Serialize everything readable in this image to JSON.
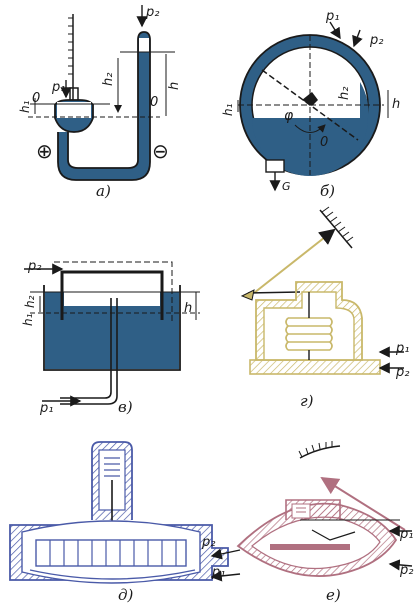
{
  "panel_a": {
    "caption": "а)",
    "p1": "p₁",
    "p2": "p₂",
    "h": "h",
    "h1": "h₁",
    "h2": "h₂",
    "zero_left": "0",
    "zero_right": "0",
    "plus": "⊕",
    "minus": "⊖"
  },
  "panel_b": {
    "caption": "б)",
    "p1": "p₁",
    "p2": "p₂",
    "h": "h",
    "h1": "h₁",
    "h2": "h₂",
    "phi": "φ",
    "zero": "0",
    "g": "G"
  },
  "panel_v": {
    "caption": "в)",
    "p1": "p₁",
    "p2": "p₂",
    "h": "h",
    "h1": "h₁",
    "h2": "h₂"
  },
  "panel_g": {
    "caption": "г)",
    "p1": "p₁",
    "p2": "p₂"
  },
  "panel_d": {
    "caption": "д)",
    "p1": "p₁",
    "p2": "p₂"
  },
  "panel_e": {
    "caption": "е)",
    "p1": "p₁",
    "p2": "p₂"
  },
  "colors": {
    "liquid": "#2f5f86",
    "ink": "#1a1a1a",
    "hatch_yellow": "#c9b86a",
    "hatch_blue": "#4a5aa8",
    "hatch_red": "#b07080"
  }
}
